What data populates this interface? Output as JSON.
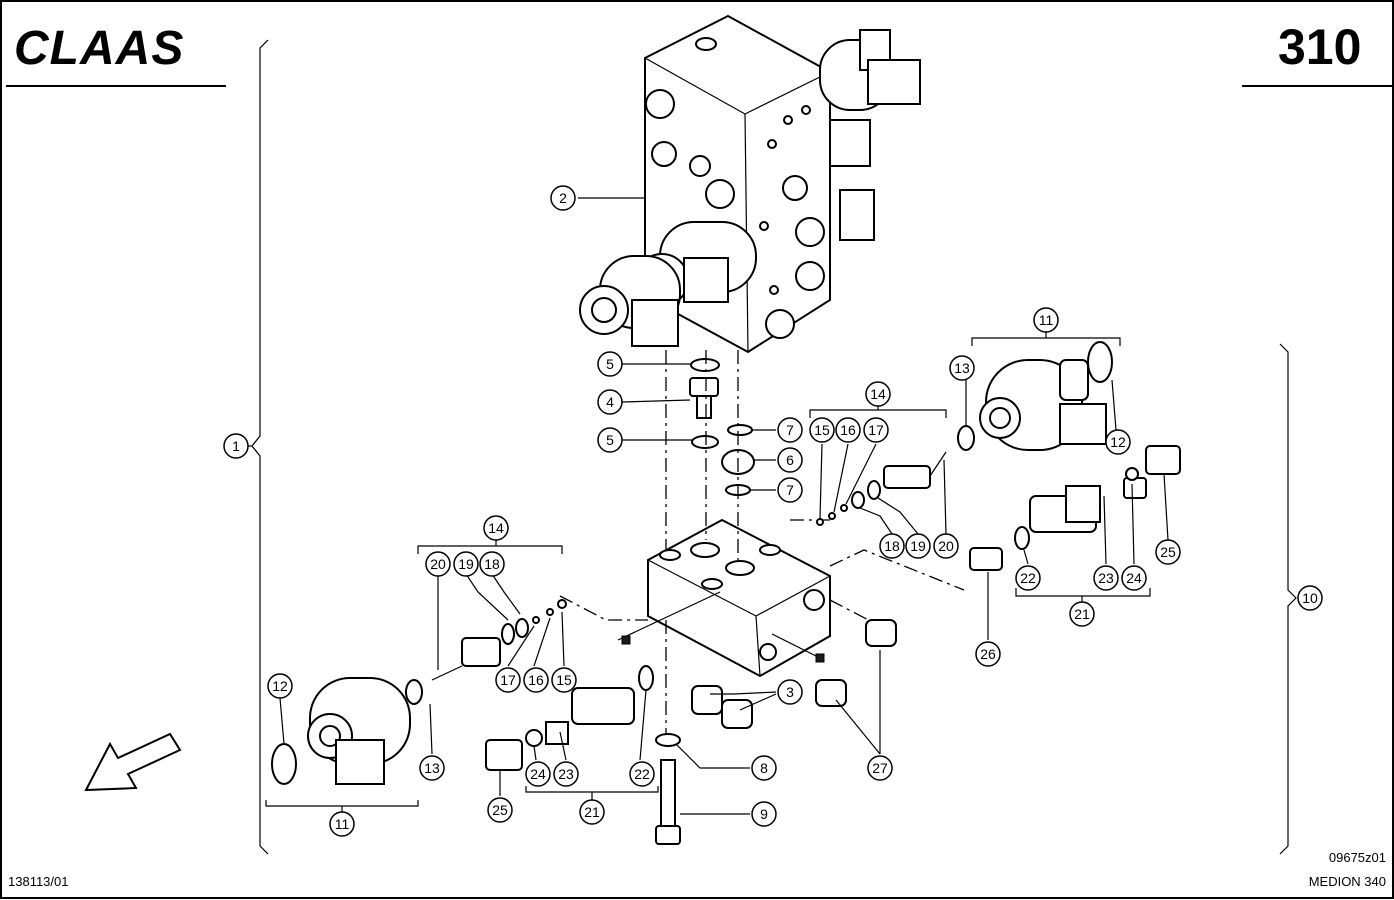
{
  "header": {
    "brand": "CLAAS",
    "page_number": "310"
  },
  "footer": {
    "drawing_number": "138113/01",
    "image_code": "09675z01",
    "model": "MEDION 340"
  },
  "callouts": [
    {
      "id": "c2",
      "label": "2"
    },
    {
      "id": "c5a",
      "label": "5"
    },
    {
      "id": "c4",
      "label": "4"
    },
    {
      "id": "c5b",
      "label": "5"
    },
    {
      "id": "c7a",
      "label": "7"
    },
    {
      "id": "c6",
      "label": "6"
    },
    {
      "id": "c7b",
      "label": "7"
    },
    {
      "id": "c1",
      "label": "1"
    },
    {
      "id": "c11a",
      "label": "11"
    },
    {
      "id": "c13a",
      "label": "13"
    },
    {
      "id": "c12a",
      "label": "12"
    },
    {
      "id": "c14a",
      "label": "14"
    },
    {
      "id": "c15a",
      "label": "15"
    },
    {
      "id": "c16a",
      "label": "16"
    },
    {
      "id": "c17a",
      "label": "17"
    },
    {
      "id": "c18a",
      "label": "18"
    },
    {
      "id": "c19a",
      "label": "19"
    },
    {
      "id": "c20a",
      "label": "20"
    },
    {
      "id": "c22a",
      "label": "22"
    },
    {
      "id": "c23a",
      "label": "23"
    },
    {
      "id": "c24a",
      "label": "24"
    },
    {
      "id": "c25a",
      "label": "25"
    },
    {
      "id": "c21a",
      "label": "21"
    },
    {
      "id": "c26",
      "label": "26"
    },
    {
      "id": "c10",
      "label": "10"
    },
    {
      "id": "c14b",
      "label": "14"
    },
    {
      "id": "c20b",
      "label": "20"
    },
    {
      "id": "c19b",
      "label": "19"
    },
    {
      "id": "c18b",
      "label": "18"
    },
    {
      "id": "c17b",
      "label": "17"
    },
    {
      "id": "c16b",
      "label": "16"
    },
    {
      "id": "c15b",
      "label": "15"
    },
    {
      "id": "c12b",
      "label": "12"
    },
    {
      "id": "c13b",
      "label": "13"
    },
    {
      "id": "c11b",
      "label": "11"
    },
    {
      "id": "c25b",
      "label": "25"
    },
    {
      "id": "c24b",
      "label": "24"
    },
    {
      "id": "c23b",
      "label": "23"
    },
    {
      "id": "c22b",
      "label": "22"
    },
    {
      "id": "c21b",
      "label": "21"
    },
    {
      "id": "c3",
      "label": "3"
    },
    {
      "id": "c27",
      "label": "27"
    },
    {
      "id": "c8",
      "label": "8"
    },
    {
      "id": "c9",
      "label": "9"
    }
  ],
  "icons": {
    "arrow": "direction-arrow-icon"
  }
}
